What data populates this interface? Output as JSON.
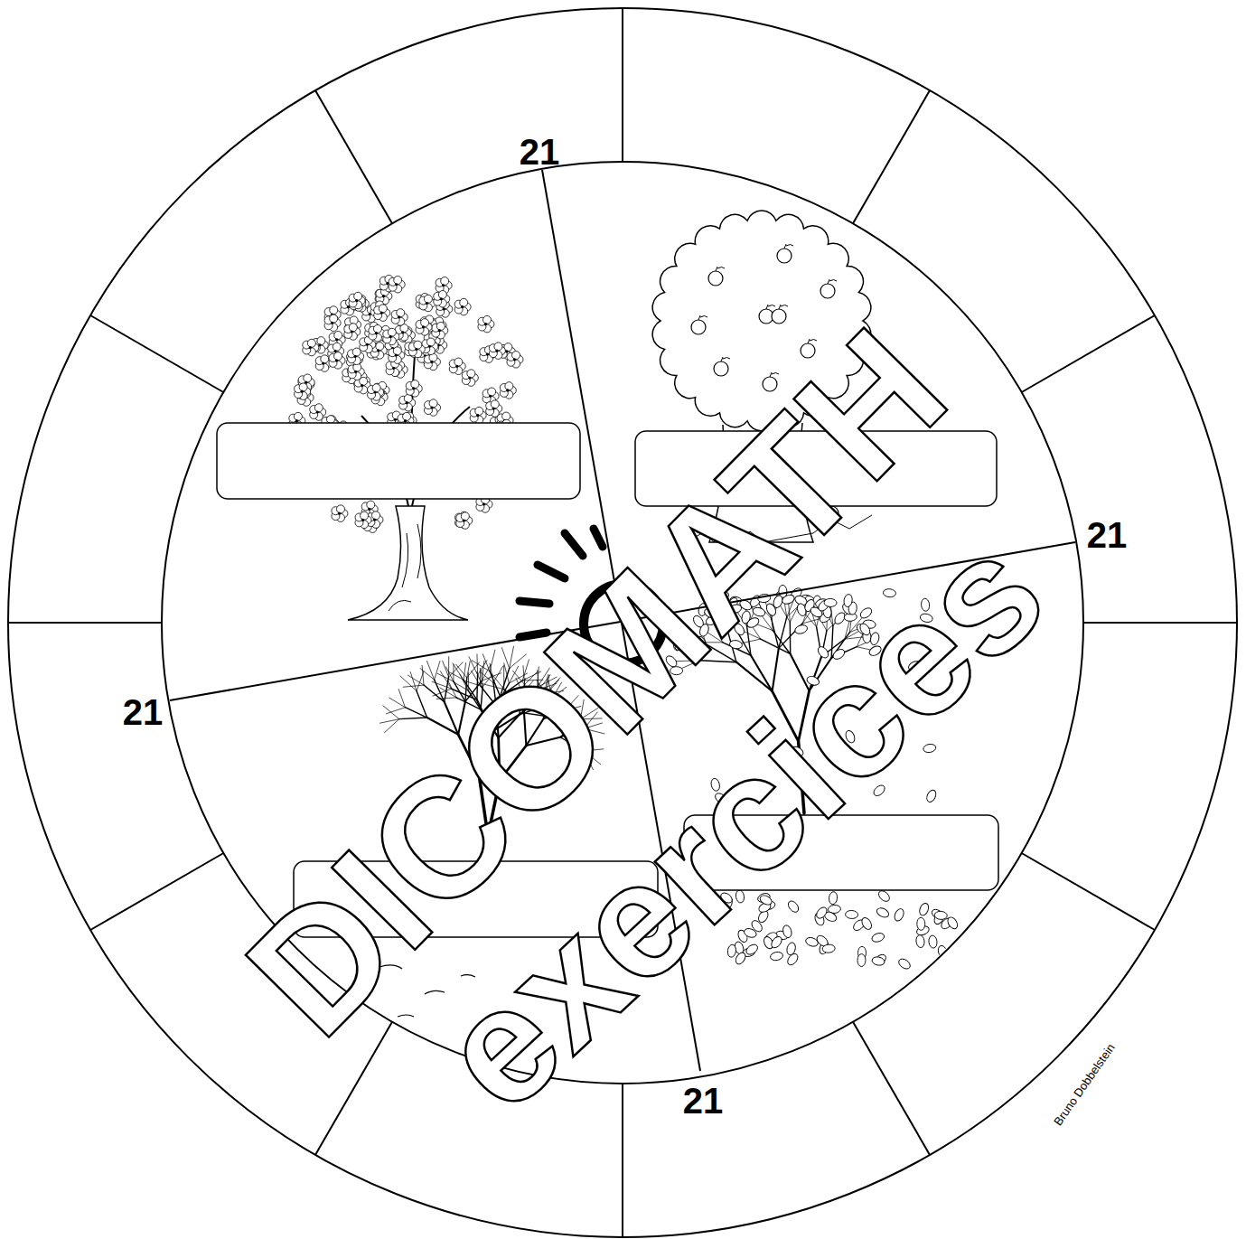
{
  "diagram": {
    "labels": [
      "21",
      "21",
      "21",
      "21",
      "DICOMATH",
      "exercices",
      "Bruno Dobbelstein"
    ]
  }
}
